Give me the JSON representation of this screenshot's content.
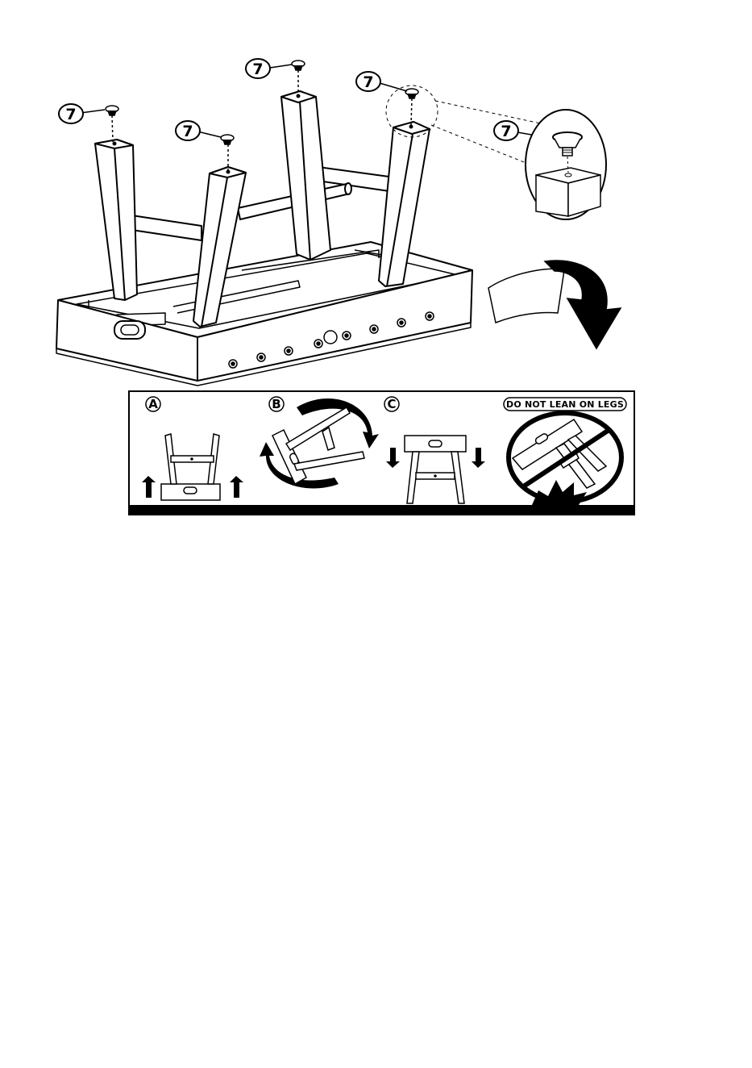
{
  "callouts": {
    "part_number": "7"
  },
  "steps": [
    {
      "letter": "A"
    },
    {
      "letter": "B"
    },
    {
      "letter": "C"
    }
  ],
  "warning": {
    "text": "DO NOT LEAN ON LEGS"
  },
  "colors": {
    "ink": "#000000",
    "paper": "#ffffff",
    "shade": "#e6e6e6"
  }
}
